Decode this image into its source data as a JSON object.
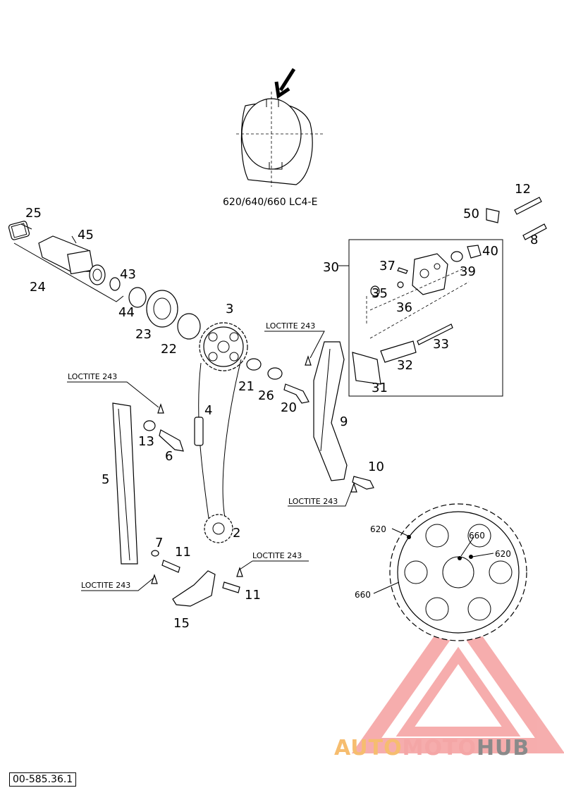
{
  "variant_label": "620/640/660 LC4-E",
  "loctite_label": "LOCTITE 243",
  "part_numbers": {
    "p2": "2",
    "p3": "3",
    "p4": "4",
    "p5": "5",
    "p6": "6",
    "p7": "7",
    "p8": "8",
    "p9": "9",
    "p10": "10",
    "p11": "11",
    "p12": "12",
    "p13": "13",
    "p15": "15",
    "p20": "20",
    "p21": "21",
    "p22": "22",
    "p23": "23",
    "p24": "24",
    "p25": "25",
    "p26": "26",
    "p30": "30",
    "p31": "31",
    "p32": "32",
    "p33": "33",
    "p35": "35",
    "p36": "36",
    "p37": "37",
    "p39": "39",
    "p40": "40",
    "p43": "43",
    "p44": "44",
    "p45": "45",
    "p50": "50"
  },
  "sprocket_markers": {
    "m620": "620",
    "m660": "660"
  },
  "reference_code": "00-585.36.1",
  "watermark": {
    "part_a": "AUTO",
    "part_b": "MOTO",
    "part_c": "HUB"
  },
  "colors": {
    "watermark_orange": "#f6bd6f",
    "watermark_red": "#f4a6a6",
    "watermark_gray": "#8a8a8a"
  }
}
